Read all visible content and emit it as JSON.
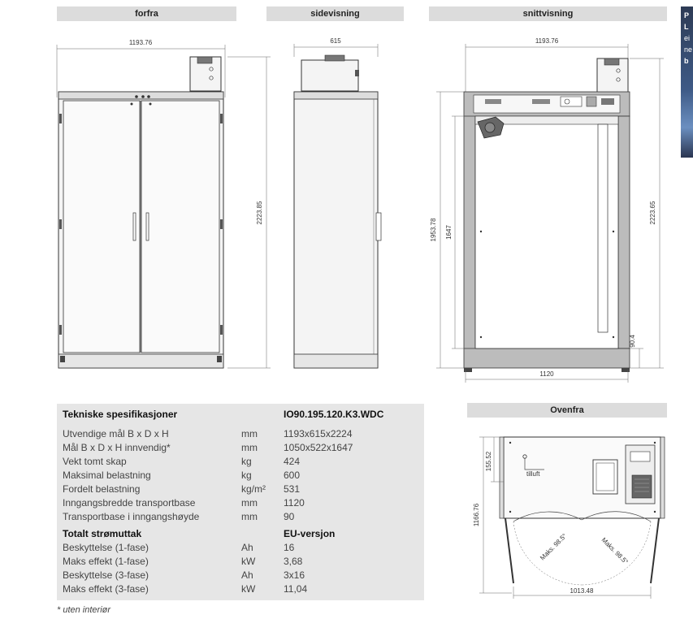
{
  "views": {
    "front": "forfra",
    "side": "sidevisning",
    "section": "snittvisning",
    "top": "Ovenfra"
  },
  "dims": {
    "front_width": "1193.76",
    "front_height": "2223.85",
    "side_depth": "615",
    "section_width": "1193.76",
    "section_height": "2223.65",
    "section_inner_h1": "1953.78",
    "section_inner_h2": "1647",
    "section_base": "90.4",
    "section_bottom_width": "1120",
    "top_depth": "1166.76",
    "top_offset": "155.52",
    "top_width": "1013.48",
    "airflow": "tilluft",
    "swing_left": "Maks. 98.5°",
    "swing_right": "Maks. 98.5°"
  },
  "specs": {
    "title": "Tekniske spesifikasjoner",
    "model": "IO90.195.120.K3.WDC",
    "rows": [
      {
        "label": "Utvendige mål B x D x H",
        "unit": "mm",
        "value": "1193x615x2224"
      },
      {
        "label": "Mål B x D x H innvendig*",
        "unit": "mm",
        "value": "1050x522x1647"
      },
      {
        "label": "Vekt tomt skap",
        "unit": "kg",
        "value": "424"
      },
      {
        "label": "Maksimal belastning",
        "unit": "kg",
        "value": "600"
      },
      {
        "label": "Fordelt belastning",
        "unit": "kg/m²",
        "value": "531"
      },
      {
        "label": "Inngangsbredde transportbase",
        "unit": "mm",
        "value": "1120"
      },
      {
        "label": "Transportbase i inngangshøyde",
        "unit": "mm",
        "value": "90"
      }
    ],
    "power_title": "Totalt strømuttak",
    "power_version": "EU-versjon",
    "power_rows": [
      {
        "label": "Beskyttelse (1-fase)",
        "unit": "Ah",
        "value": "16"
      },
      {
        "label": "Maks effekt (1-fase)",
        "unit": "kW",
        "value": "3,68"
      },
      {
        "label": "Beskyttelse (3-fase)",
        "unit": "Ah",
        "value": "3x16"
      },
      {
        "label": "Maks effekt (3-fase)",
        "unit": "kW",
        "value": "11,04"
      }
    ],
    "footnote": "* uten interiør"
  },
  "photo_text": [
    "P",
    "L",
    "ei",
    "ne",
    "b"
  ]
}
